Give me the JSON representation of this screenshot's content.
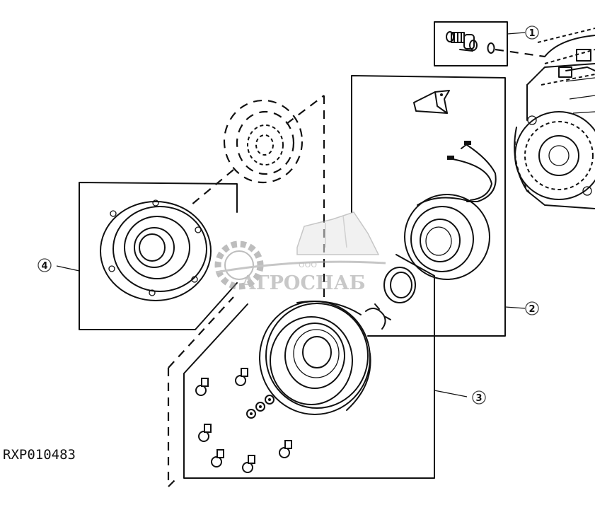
{
  "diagram": {
    "drawing_code": "RXP010483",
    "callouts": [
      {
        "id": "callout-1",
        "label": "1"
      },
      {
        "id": "callout-2",
        "label": "2"
      },
      {
        "id": "callout-3",
        "label": "3"
      },
      {
        "id": "callout-4",
        "label": "4"
      }
    ],
    "watermark": {
      "prefix": "ООО",
      "name": "АГРОСНАБ"
    }
  }
}
